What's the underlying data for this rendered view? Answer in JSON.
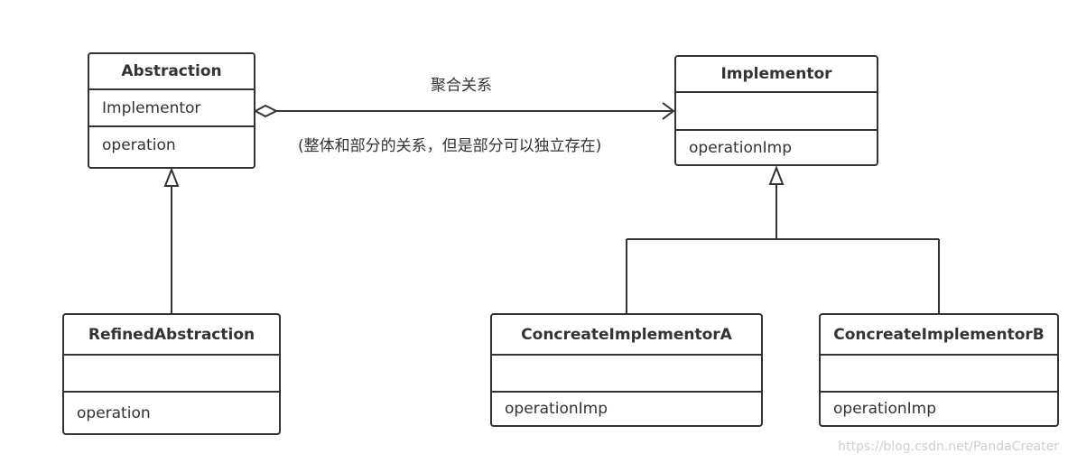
{
  "classes": {
    "abstraction": {
      "name": "Abstraction",
      "attribute": "Implementor",
      "operation": "operation"
    },
    "implementor": {
      "name": "Implementor",
      "attribute": "",
      "operation": "operationImp"
    },
    "refined_abstraction": {
      "name": "RefinedAbstraction",
      "attribute": "",
      "operation": "operation"
    },
    "concrete_a": {
      "name": "ConcreateImplementorA",
      "attribute": "",
      "operation": "operationImp"
    },
    "concrete_b": {
      "name": "ConcreateImplementorB",
      "attribute": "",
      "operation": "operationImp"
    }
  },
  "relations": {
    "aggregation_label": "聚合关系",
    "aggregation_note": "(整体和部分的关系，但是部分可以独立存在)"
  },
  "watermark": "https://blog.csdn.net/PandaCreater",
  "colors": {
    "line": "#333333",
    "watermark": "#d0d0d0"
  }
}
